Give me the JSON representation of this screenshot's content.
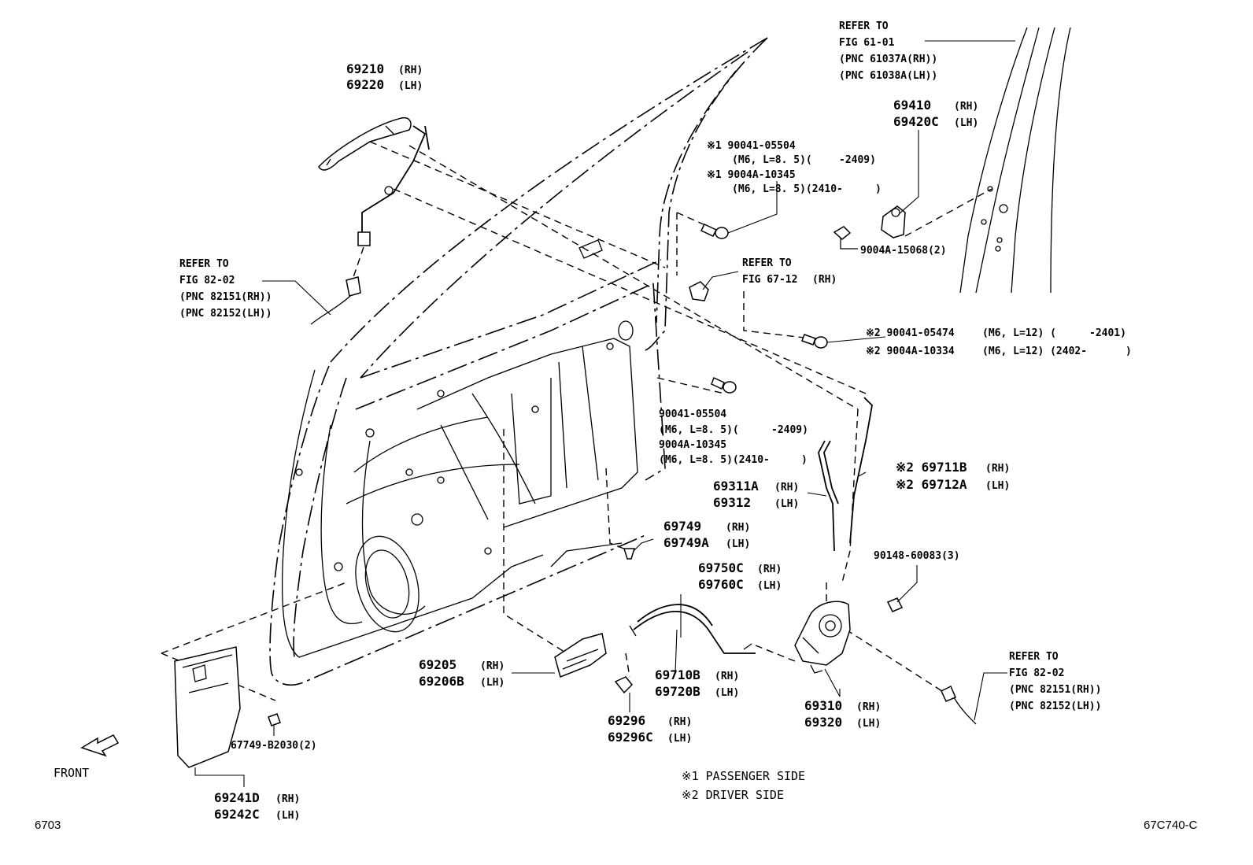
{
  "callouts": {
    "outside_handle": [
      "69210",
      "(RH)",
      "69220",
      "(LH)"
    ],
    "refer_82_02_left": [
      "REFER TO",
      "FIG 82-02",
      "(PNC 82151(RH))",
      "(PNC 82152(LH))"
    ],
    "refer_61_01": [
      "REFER TO",
      "FIG 61-01",
      "(PNC 61037A(RH))",
      "(PNC 61038A(LH))"
    ],
    "striker": [
      "69410",
      "(RH)",
      "69420C",
      "(LH)"
    ],
    "striker_screw": "9004A-15068(2)",
    "bolt_passenger": [
      "※1 90041-05504",
      "(M6, L=8. 5)(",
      "-2409)",
      "※1 9004A-10345",
      "(M6, L=8. 5)(2410-",
      ")"
    ],
    "refer_67_12": [
      "REFER TO",
      "FIG 67-12",
      "(RH)"
    ],
    "bolt_driver": [
      "※2 90041-05474",
      "(M6, L=12) (",
      "-2401)",
      "※2 9004A-10334",
      "(M6, L=12) (2402-",
      ")"
    ],
    "bolt_center": [
      "90041-05504",
      "(M6, L=8. 5)(",
      "-2409)",
      "9004A-10345",
      "(M6, L=8. 5)(2410-",
      ")"
    ],
    "rod_lock": [
      "69311A",
      "(RH)",
      "69312",
      "(LH)"
    ],
    "rod_driver": [
      "※2 69711B",
      "(RH)",
      "※2 69712A",
      "(LH)"
    ],
    "clip": [
      "69749",
      "(RH)",
      "69749A",
      "(LH)"
    ],
    "cable_upper": [
      "69750C",
      "(RH)",
      "69760C",
      "(LH)"
    ],
    "lock_screw": "90148-60083(3)",
    "inside_handle": [
      "69205",
      "(RH)",
      "69206B",
      "(LH)"
    ],
    "cable_lower": [
      "69710B",
      "(RH)",
      "69720B",
      "(LH)"
    ],
    "refer_82_02_right": [
      "REFER TO",
      "FIG 82-02",
      "(PNC 82151(RH))",
      "(PNC 82152(LH))"
    ],
    "door_lock": [
      "69310",
      "(RH)",
      "69320",
      "(LH)"
    ],
    "screw_handle": [
      "69296",
      "(RH)",
      "69296C",
      "(LH)"
    ],
    "protector_clip": "67749-B2030(2)",
    "protector": [
      "69241D",
      "(RH)",
      "69242C",
      "(LH)"
    ]
  },
  "legend": {
    "note1": "※1 PASSENGER SIDE",
    "note2": "※2 DRIVER SIDE"
  },
  "front_label": "FRONT",
  "page_code": "6703",
  "figure_code": "67C740-C"
}
